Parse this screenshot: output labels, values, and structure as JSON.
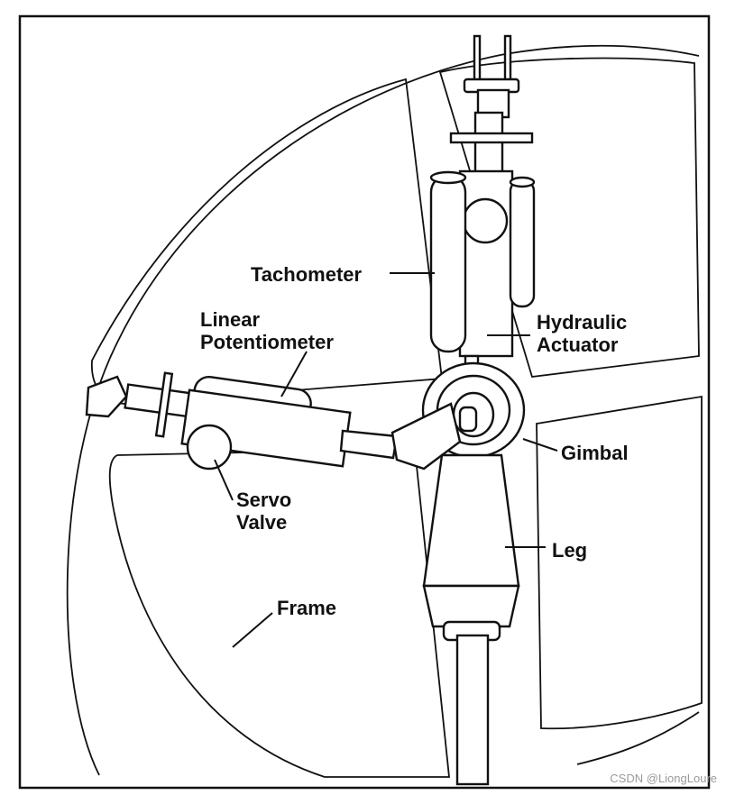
{
  "labels": {
    "tachometer": "Tachometer",
    "linear_1": "Linear",
    "linear_2": "Potentiometer",
    "hydraulic_1": "Hydraulic",
    "hydraulic_2": "Actuator",
    "gimbal": "Gimbal",
    "servo_1": "Servo",
    "servo_2": "Valve",
    "leg": "Leg",
    "frame": "Frame"
  },
  "watermark": "CSDN @LiongLoure",
  "colors": {
    "ink": "#111111",
    "paper": "#ffffff",
    "watermark": "#9a9a9a"
  }
}
